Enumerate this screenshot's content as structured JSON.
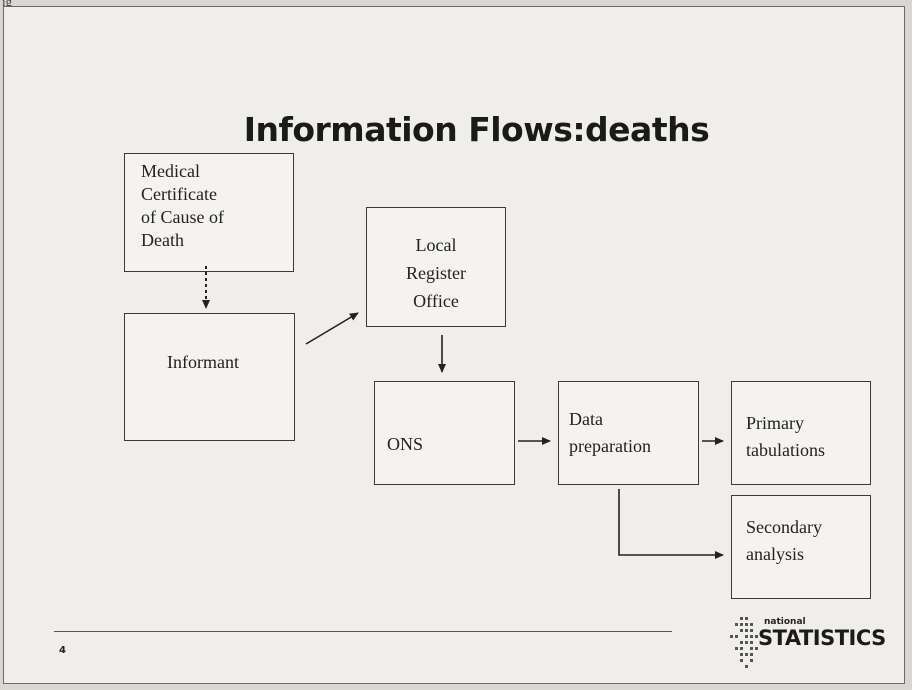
{
  "title": "Information Flows:deaths",
  "boxes": {
    "mccd": [
      "Medical",
      "Certificate",
      "of Cause of",
      "Death"
    ],
    "informant": "Informant",
    "lro": [
      "Local",
      "Register",
      "Office"
    ],
    "ons": "ONS",
    "dataprep": [
      "Data",
      "preparation"
    ],
    "primary": [
      "Primary",
      "tabulations"
    ],
    "secondary": [
      "Secondary",
      "analysis"
    ]
  },
  "footer": {
    "page_number": "4",
    "logo_small": "national",
    "logo_big": "STATISTICS"
  },
  "colors": {
    "slide_bg": "#efeeeb",
    "border": "#3a3a3a"
  }
}
